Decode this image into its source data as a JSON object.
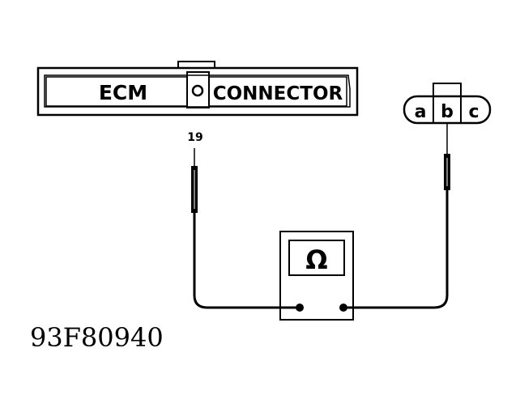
{
  "ecm_connector": {
    "left_label": "ECM",
    "right_label": "CONNECTOR",
    "pin_label": "19"
  },
  "side_connector": {
    "terminals": [
      "a",
      "b",
      "c"
    ]
  },
  "meter": {
    "symbol": "Ω",
    "icon": "ohmmeter-icon"
  },
  "figure_id": "93F80940",
  "colors": {
    "ink": "#000000",
    "paper": "#ffffff"
  }
}
